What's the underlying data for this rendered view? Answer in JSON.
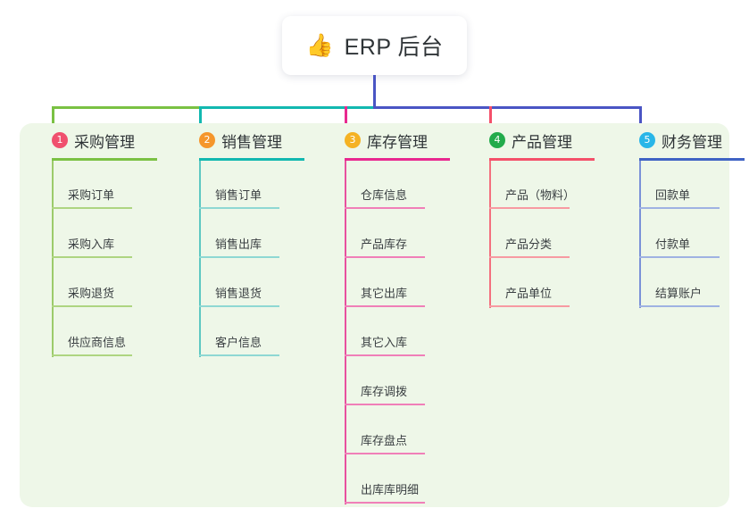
{
  "root": {
    "icon": "thumbs-up-icon",
    "emoji": "👍",
    "label": "ERP 后台"
  },
  "palette": {
    "panel_background": "#eef7e8",
    "page_background": "#ffffff",
    "root_text": "#2f3437",
    "trunk": "#4a55c4"
  },
  "columns": [
    {
      "number": "1",
      "title": "采购管理",
      "badge_color": "#f0506e",
      "rule_color": "#7ac143",
      "spine_color": "#9ccb6a",
      "leaf_rule_color": "#aed581",
      "connector_color": "#7ac143",
      "items": [
        {
          "label": "采购订单"
        },
        {
          "label": "采购入库"
        },
        {
          "label": "采购退货"
        },
        {
          "label": "供应商信息"
        }
      ]
    },
    {
      "number": "2",
      "title": "销售管理",
      "badge_color": "#f5962c",
      "rule_color": "#12b8b0",
      "spine_color": "#5ec8c2",
      "leaf_rule_color": "#8ed8d3",
      "connector_color": "#12b8b0",
      "items": [
        {
          "label": "销售订单"
        },
        {
          "label": "销售出库"
        },
        {
          "label": "销售退货"
        },
        {
          "label": "客户信息"
        }
      ]
    },
    {
      "number": "3",
      "title": "库存管理",
      "badge_color": "#f5b223",
      "rule_color": "#e8298f",
      "spine_color": "#e8519f",
      "leaf_rule_color": "#f07fb8",
      "connector_color": "#e8298f",
      "items": [
        {
          "label": "仓库信息"
        },
        {
          "label": "产品库存"
        },
        {
          "label": "其它出库"
        },
        {
          "label": "其它入库"
        },
        {
          "label": "库存调拨"
        },
        {
          "label": "库存盘点"
        },
        {
          "label": "出库库明细"
        }
      ]
    },
    {
      "number": "4",
      "title": "产品管理",
      "badge_color": "#22ab4b",
      "rule_color": "#f4506a",
      "spine_color": "#f4707f",
      "leaf_rule_color": "#f79aa2",
      "connector_color": "#f4506a",
      "items": [
        {
          "label": "产品（物料）"
        },
        {
          "label": "产品分类"
        },
        {
          "label": "产品单位"
        }
      ]
    },
    {
      "number": "5",
      "title": "财务管理",
      "badge_color": "#29b6e8",
      "rule_color": "#3f63c4",
      "spine_color": "#7b92d8",
      "leaf_rule_color": "#9fb2e2",
      "connector_color": "#4a55c4",
      "items": [
        {
          "label": "回款单"
        },
        {
          "label": "付款单"
        },
        {
          "label": "结算账户"
        }
      ]
    }
  ]
}
